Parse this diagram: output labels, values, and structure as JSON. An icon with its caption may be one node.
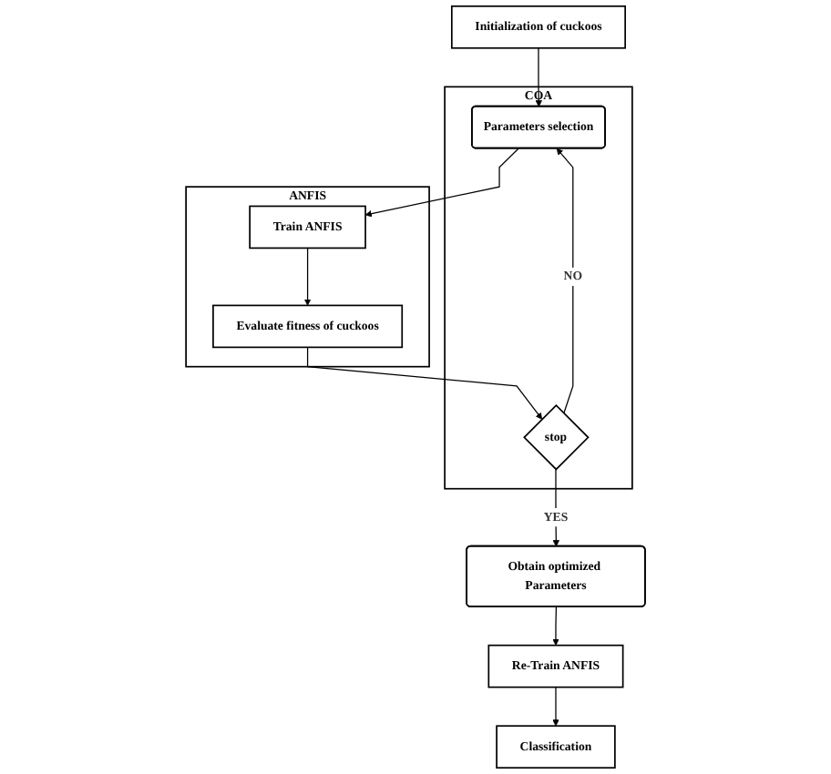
{
  "diagram": {
    "nodes": [
      {
        "text": [
          "Initialization of cuckoos"
        ]
      },
      {
        "text": [
          "COA"
        ]
      },
      {
        "text": [
          "Parameters selection"
        ],
        "in": 1
      },
      {
        "text": [
          "stop"
        ],
        "in": 1
      },
      {
        "text": [
          "ANFIS"
        ]
      },
      {
        "text": [
          "Train ANFIS"
        ],
        "in": 4
      },
      {
        "text": [
          "Evaluate fitness of cuckoos"
        ],
        "in": 4
      },
      {
        "text": [
          "Obtain optimized Parameters"
        ]
      },
      {
        "text": [
          "Re-Train ANFIS"
        ]
      },
      {
        "text": [
          "Classification"
        ]
      }
    ],
    "edges": [
      {
        "from": 0,
        "to": 2,
        "arrow": "to"
      },
      {
        "from": 2,
        "to": 5,
        "arrow": "to"
      },
      {
        "from": 5,
        "to": 6,
        "arrow": "to"
      },
      {
        "from": 6,
        "to": 3,
        "arrow": "to"
      },
      {
        "from": 3,
        "to": 2,
        "arrow": "to",
        "label": "NO"
      },
      {
        "from": 3,
        "to": 7,
        "arrow": "to",
        "label": "YES"
      },
      {
        "from": 7,
        "to": 8,
        "arrow": "to"
      },
      {
        "from": 8,
        "to": 9,
        "arrow": "to"
      }
    ]
  }
}
